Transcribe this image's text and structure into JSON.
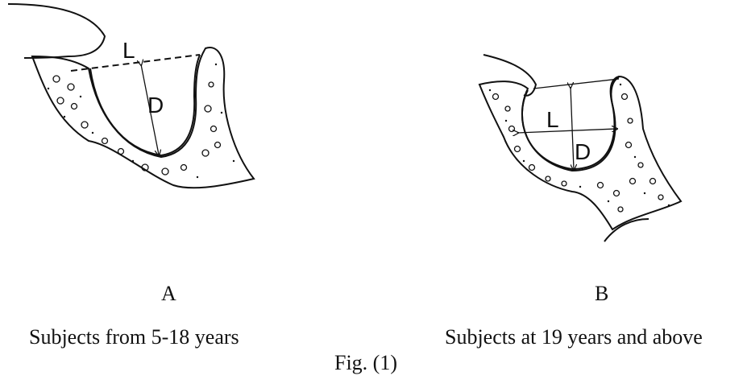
{
  "figure": {
    "caption": "Fig. (1)"
  },
  "panels": [
    {
      "letter": "A",
      "caption": "Subjects from 5-18 years",
      "length_label": "L",
      "depth_label": "D"
    },
    {
      "letter": "B",
      "caption": "Subjects at 19 years and above",
      "length_label": "L",
      "depth_label": "D"
    }
  ],
  "colors": {
    "ink": "#111111",
    "background": "#ffffff"
  }
}
